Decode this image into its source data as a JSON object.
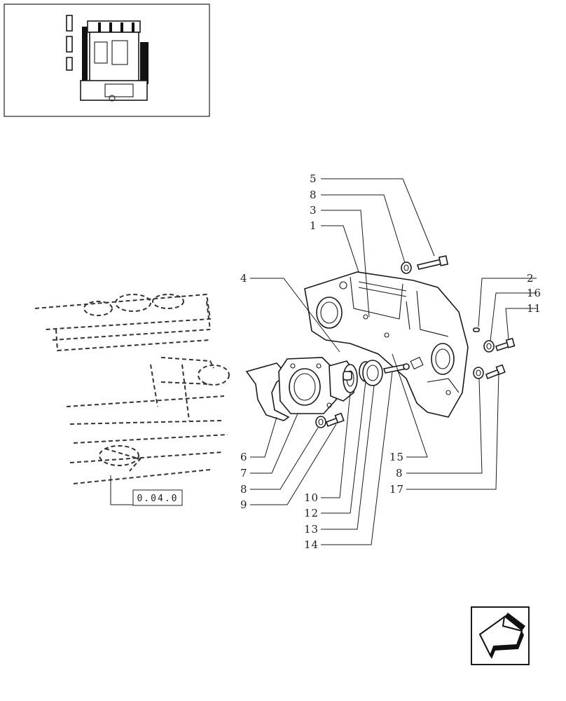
{
  "thumbnail": {
    "icon": "engine-thumbnail-icon"
  },
  "reference_label": "0.04.0",
  "callouts": [
    {
      "id": "c5",
      "text": "5"
    },
    {
      "id": "c8a",
      "text": "8"
    },
    {
      "id": "c3",
      "text": "3"
    },
    {
      "id": "c1",
      "text": "1"
    },
    {
      "id": "c4",
      "text": "4"
    },
    {
      "id": "c2",
      "text": "2"
    },
    {
      "id": "c16",
      "text": "16"
    },
    {
      "id": "c11",
      "text": "11"
    },
    {
      "id": "c15",
      "text": "15"
    },
    {
      "id": "c8b",
      "text": "8"
    },
    {
      "id": "c17",
      "text": "17"
    },
    {
      "id": "c6",
      "text": "6"
    },
    {
      "id": "c7",
      "text": "7"
    },
    {
      "id": "c8c",
      "text": "8"
    },
    {
      "id": "c9",
      "text": "9"
    },
    {
      "id": "c10",
      "text": "10"
    },
    {
      "id": "c12",
      "text": "12"
    },
    {
      "id": "c13",
      "text": "13"
    },
    {
      "id": "c14",
      "text": "14"
    }
  ],
  "nav": {
    "icon": "back-arrow-icon"
  }
}
